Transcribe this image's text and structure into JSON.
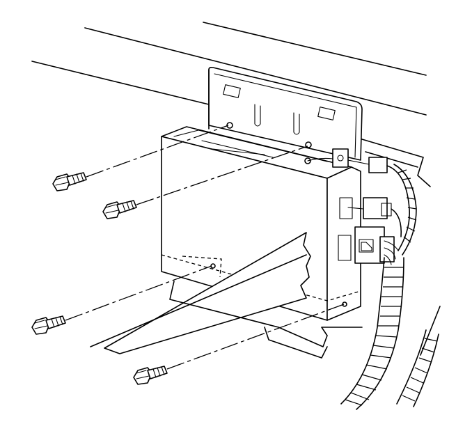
{
  "diagram": {
    "parts": [
      {
        "name": "mounting-bracket",
        "kind": "bracket"
      },
      {
        "name": "control-module",
        "kind": "module"
      },
      {
        "name": "bolt",
        "kind": "fastener",
        "count": 4
      },
      {
        "name": "electrical-connector",
        "kind": "connector",
        "count": 3
      },
      {
        "name": "wiring-harness",
        "kind": "harness"
      }
    ],
    "colors": {
      "line": "#000000",
      "background": "#ffffff"
    }
  }
}
